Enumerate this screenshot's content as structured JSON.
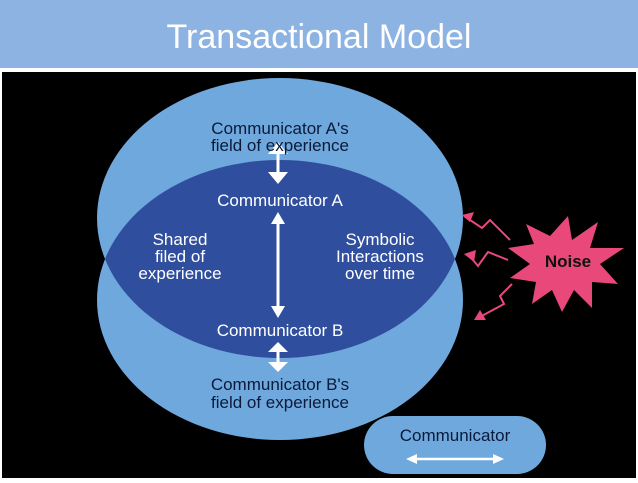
{
  "slide": {
    "title": "Transactional Model"
  },
  "diagram": {
    "a_field": [
      "Communicator A's",
      "field of experience"
    ],
    "a_label": "Communicator A",
    "shared": [
      "Shared",
      "filed of",
      "experience"
    ],
    "symbolic": [
      "Symbolic",
      "Interactions",
      "over time"
    ],
    "b_label": "Communicator B",
    "b_field": [
      "Communicator B's",
      "field of experience"
    ],
    "noise": "Noise",
    "legend": "Communicator"
  },
  "colors": {
    "header": "#8db3e2",
    "light_circle": "#6fa8dc",
    "overlap": "#2f4f9e",
    "noise": "#e8487a",
    "background": "#000000"
  }
}
